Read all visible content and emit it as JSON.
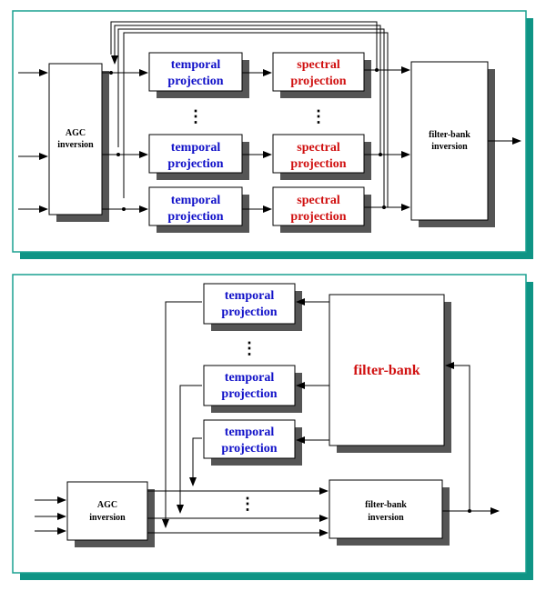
{
  "labels": {
    "agc_l1": "AGC",
    "agc_l2": "inversion",
    "temporal_l1": "temporal",
    "temporal_l2": "projection",
    "spectral_l1": "spectral",
    "spectral_l2": "projection",
    "fbinv_l1": "filter-bank",
    "fbinv_l2": "inversion",
    "filterbank": "filter-bank"
  },
  "colors": {
    "panel_shadow": "#0f9485",
    "panel_border": "#1aa090",
    "box_shadow": "#555555",
    "temporal_text": "#1010c8",
    "spectral_text": "#d01010",
    "line": "#000000"
  },
  "ellipsis": "⋮"
}
